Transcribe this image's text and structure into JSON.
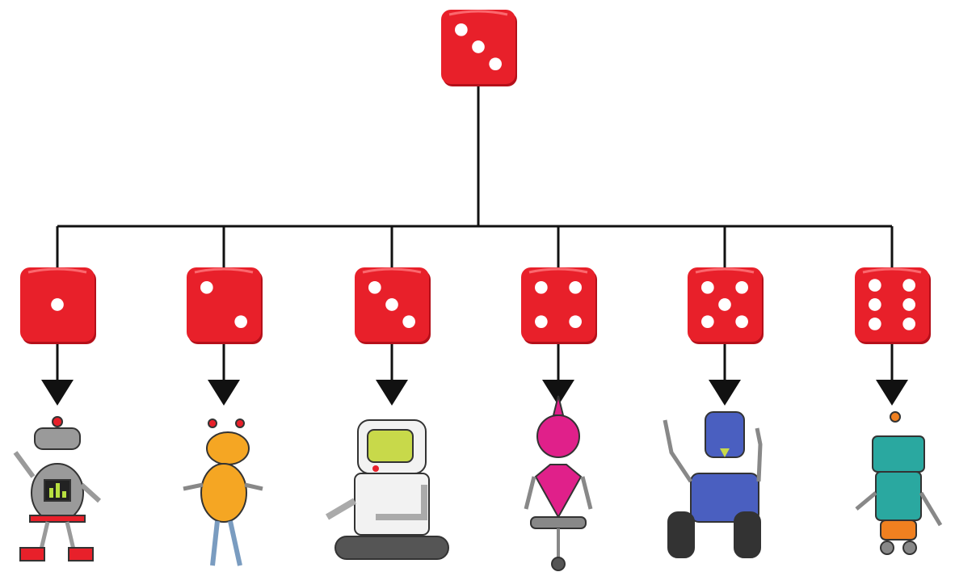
{
  "colors": {
    "die_face": "#e8202a",
    "die_dark": "#b5101a",
    "pip": "#ffffff",
    "connector": "#111111"
  },
  "root_die": {
    "value": 3
  },
  "outcomes": [
    {
      "die_value": 1,
      "robot": "grey-robot-with-screen-chest-icon",
      "robot_color": "#9a9a9a",
      "accent": "#e8202a"
    },
    {
      "die_value": 2,
      "robot": "yellow-bug-robot-icon",
      "robot_color": "#f5a623",
      "accent": "#e8202a"
    },
    {
      "die_value": 3,
      "robot": "white-box-robot-on-tracks-icon",
      "robot_color": "#f2f2f2",
      "accent": "#c8d94a"
    },
    {
      "die_value": 4,
      "robot": "pink-unicycle-robot-icon",
      "robot_color": "#e0208a",
      "accent": "#888888"
    },
    {
      "die_value": 5,
      "robot": "blue-wheeled-robot-icon",
      "robot_color": "#4a5fc0",
      "accent": "#c8d94a"
    },
    {
      "die_value": 6,
      "robot": "teal-box-robot-icon",
      "robot_color": "#2aa8a0",
      "accent": "#f08020"
    }
  ]
}
